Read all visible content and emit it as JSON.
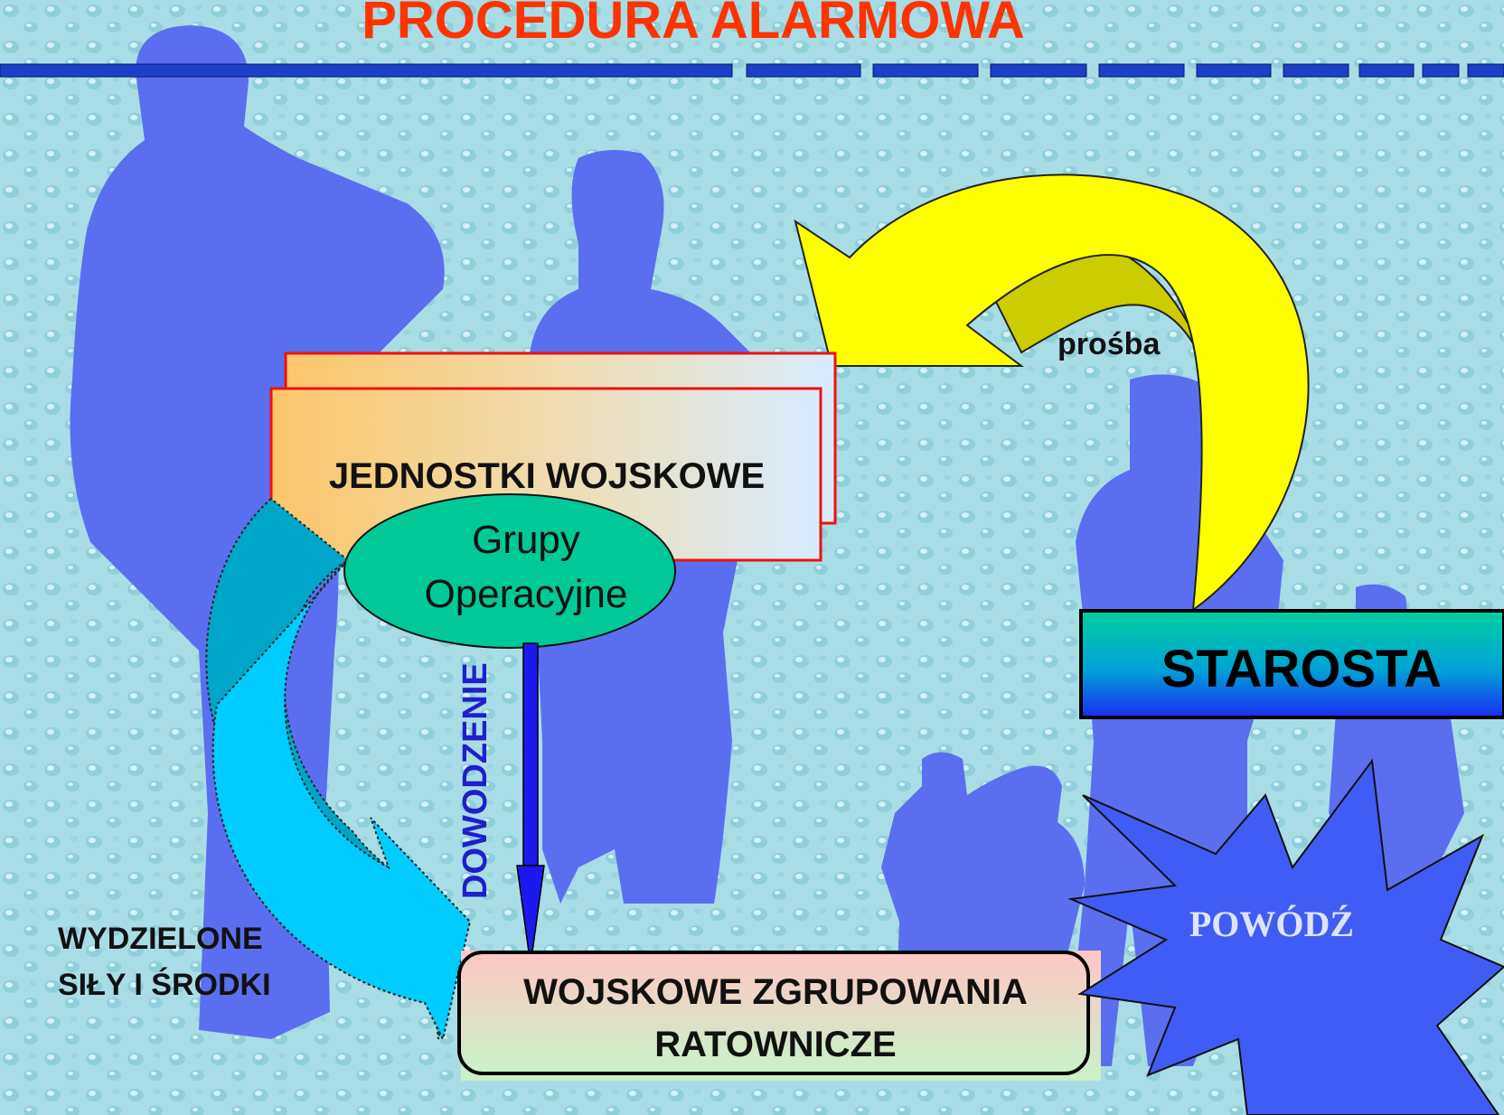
{
  "title": "PROCEDURA ALARMOWA",
  "nodes": {
    "military_units": "JEDNOSTKI WOJSKOWE",
    "operational_groups": {
      "line1": "Grupy",
      "line2": "Operacyjne"
    },
    "starosta": "STAROSTA",
    "rescue_groupings": {
      "line1": "WOJSKOWE ZGRUPOWANIA",
      "line2": "RATOWNICZE"
    },
    "flood": "POWÓDŹ"
  },
  "edges": {
    "request": "prośba",
    "command": "DOWODZENIE",
    "allocated": {
      "line1": "WYDZIELONE",
      "line2": "SIŁY I ŚRODKI"
    }
  },
  "colors": {
    "background": "#a9dde6",
    "silhouette": "#5a6ff0",
    "title": "#ff3300",
    "divider": "#1b3fc8",
    "yellow_arrow": "#ffff00",
    "yellow_arrow_dark": "#cccc00",
    "ellipse": "#00c997",
    "star": "#3f5cf5",
    "command_arrow": "#1a1aee",
    "cyan_arrow": "#00ccff",
    "teal_arrow": "#00a6c7"
  }
}
